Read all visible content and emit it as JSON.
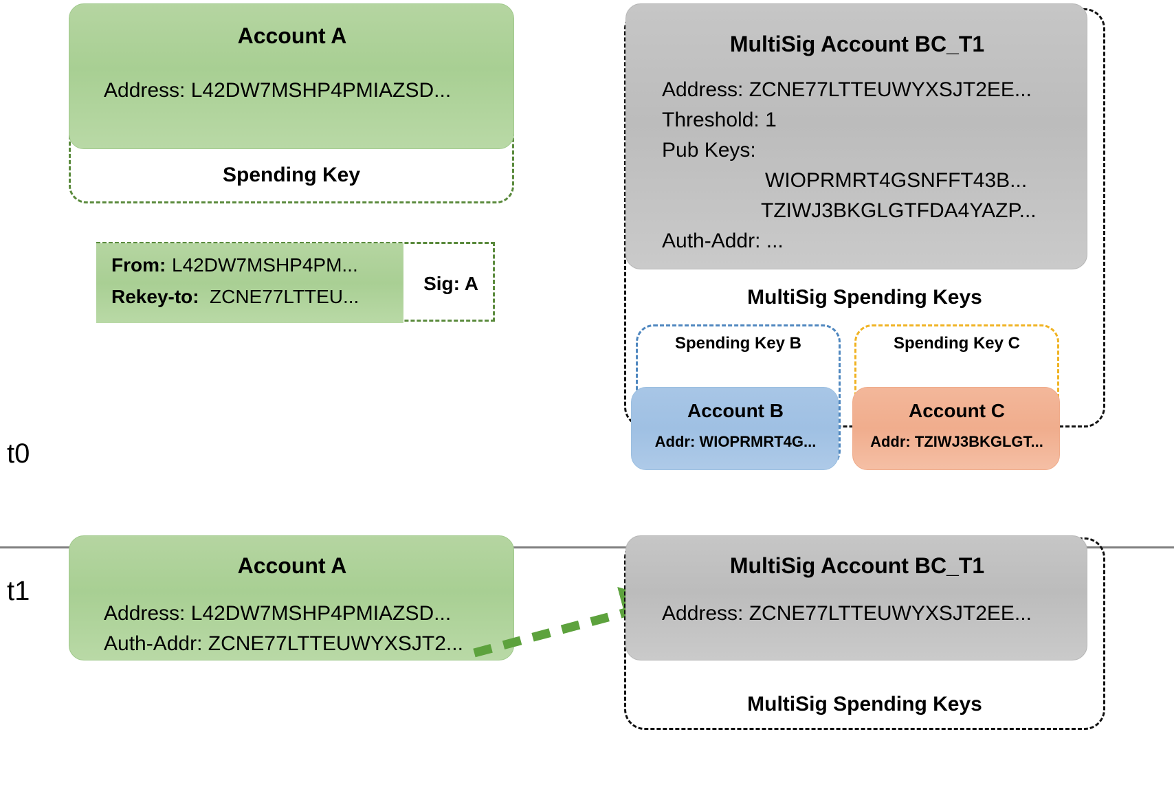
{
  "timeline": {
    "t0_label": "t0",
    "t1_label": "t1"
  },
  "t0": {
    "account_a": {
      "title": "Account A",
      "address": "Address: L42DW7MSHP4PMIAZSD...",
      "spending_key_label": "Spending Key"
    },
    "transaction": {
      "from_label": "From:",
      "from_value": "L42DW7MSHP4PM...",
      "rekey_label": "Rekey-to:",
      "rekey_value": "ZCNE77LTTEU...",
      "sig_label": "Sig: A"
    },
    "multisig": {
      "title": "MultiSig Account BC_T1",
      "address": "Address: ZCNE77LTTEUWYXSJT2EE...",
      "threshold": "Threshold: 1",
      "pubkeys_label": "Pub Keys:",
      "pubkey_1": "WIOPRMRT4GSNFFT43B...",
      "pubkey_2": "TZIWJ3BKGLGTFDA4YAZP...",
      "auth_addr": "Auth-Addr: ...",
      "spending_keys_label": "MultiSig Spending Keys",
      "spending_key_b_label": "Spending Key B",
      "spending_key_c_label": "Spending Key C",
      "account_b": {
        "title": "Account B",
        "address": "Addr: WIOPRMRT4G..."
      },
      "account_c": {
        "title": "Account C",
        "address": "Addr: TZIWJ3BKGLGT..."
      }
    }
  },
  "t1": {
    "account_a": {
      "title": "Account A",
      "address": "Address: L42DW7MSHP4PMIAZSD...",
      "auth_addr": "Auth-Addr: ZCNE77LTTEUWYXSJT2..."
    },
    "multisig": {
      "title": "MultiSig Account BC_T1",
      "address": "Address: ZCNE77LTTEUWYXSJT2EE...",
      "spending_keys_label": "MultiSig Spending Keys"
    }
  },
  "colors": {
    "green_fill": "#aed093",
    "grey_fill": "#c3c3c3",
    "blue_fill": "#a3c2e4",
    "orange_fill": "#f2b296",
    "green_dash": "#5a8a3c",
    "black_dash": "#111111",
    "blue_dash": "#4f87bf",
    "yellow_dash": "#f0b323",
    "arrow_green": "#5da23d",
    "divider_grey": "#7f7f7f"
  }
}
